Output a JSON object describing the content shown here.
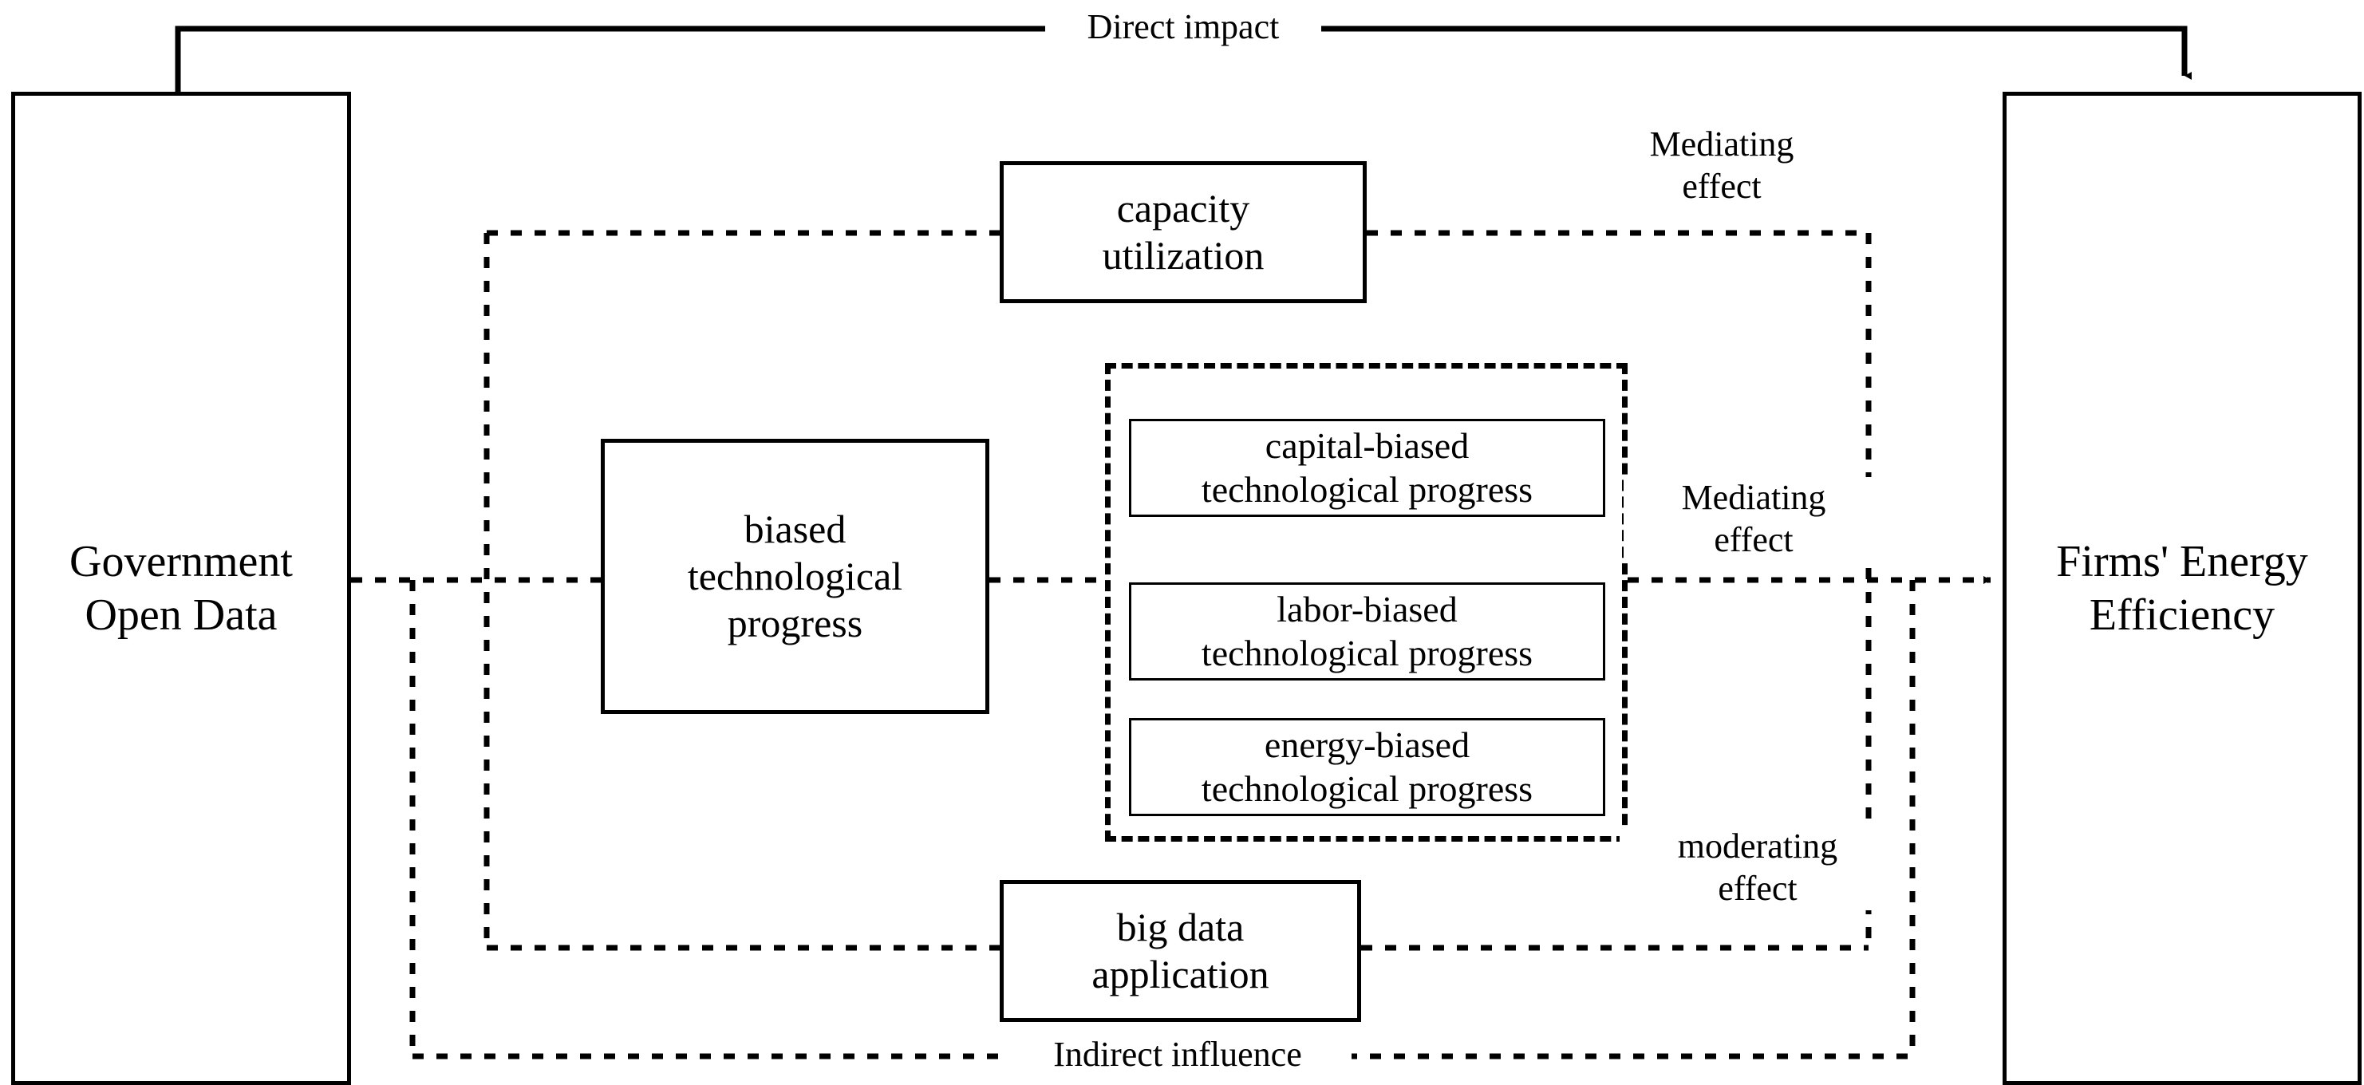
{
  "diagram": {
    "title": "Government Open Data and Firms' Energy Efficiency framework",
    "colors": {
      "background": "#ffffff",
      "stroke": "#000000",
      "text": "#000000"
    },
    "nodes": {
      "government": "Government\nOpen Data",
      "firm": "Firms' Energy\nEfficiency",
      "capacity": "capacity\nutilization",
      "biased": "biased\ntechnological\nprogress",
      "bigdata": "big data\napplication",
      "capital": "capital-biased\ntechnological progress",
      "labor": "labor-biased\ntechnological progress",
      "energy": "energy-biased\ntechnological progress"
    },
    "labels": {
      "direct": "Direct impact",
      "indirect": "Indirect influence",
      "mediating_top": "Mediating\neffect",
      "mediating_mid": "Mediating\neffect",
      "moderating": "moderating\neffect"
    }
  }
}
